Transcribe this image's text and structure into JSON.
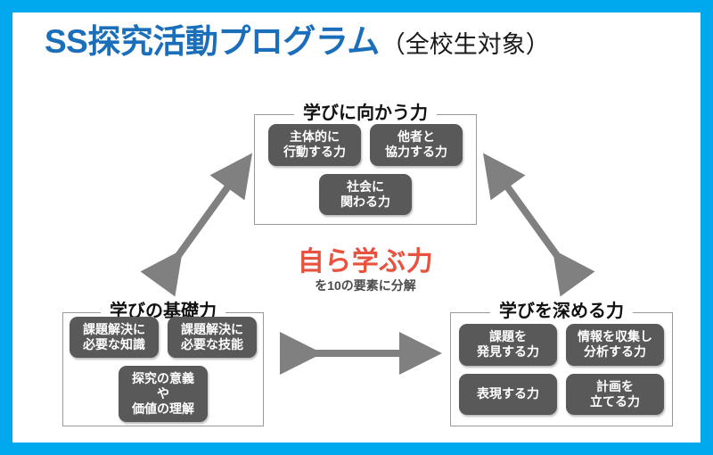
{
  "slide": {
    "frame_color": "#00a8ee",
    "background": "#ffffff"
  },
  "title": {
    "main": "SS探究活動プログラム",
    "sub": "（全校生対象）",
    "main_color": "#1b6fba",
    "sub_color": "#1a1a1a"
  },
  "center": {
    "headline": "自ら学ぶ力",
    "headline_color": "#e8533f",
    "subtext": "を10の要素に分解",
    "subtext_color": "#4a4a4a",
    "element_count": 10
  },
  "groups": {
    "top": {
      "title": "学びに向かう力",
      "rows": [
        [
          "主体的に\n行動する力",
          "他者と\n協力する力"
        ],
        [
          "社会に\n関わる力"
        ]
      ]
    },
    "bottom_left": {
      "title": "学びの基礎力",
      "rows": [
        [
          "課題解決に\n必要な知識",
          "課題解決に\n必要な技能"
        ],
        [
          "探究の意義や\n価値の理解"
        ]
      ]
    },
    "bottom_right": {
      "title": "学びを深める力",
      "rows": [
        [
          "課題を\n発見する力",
          "情報を収集し\n分析する力"
        ],
        [
          "表現する力",
          "計画を\n立てる力"
        ]
      ]
    }
  },
  "arrows": {
    "color": "#808080",
    "left": {
      "name": "double-arrow-foundation-to-attitude",
      "direction": "bidirectional-diagonal-up-right"
    },
    "right": {
      "name": "double-arrow-attitude-to-deepening",
      "direction": "bidirectional-diagonal-down-right"
    },
    "middle": {
      "name": "double-arrow-foundation-to-deepening",
      "direction": "bidirectional-horizontal"
    }
  }
}
